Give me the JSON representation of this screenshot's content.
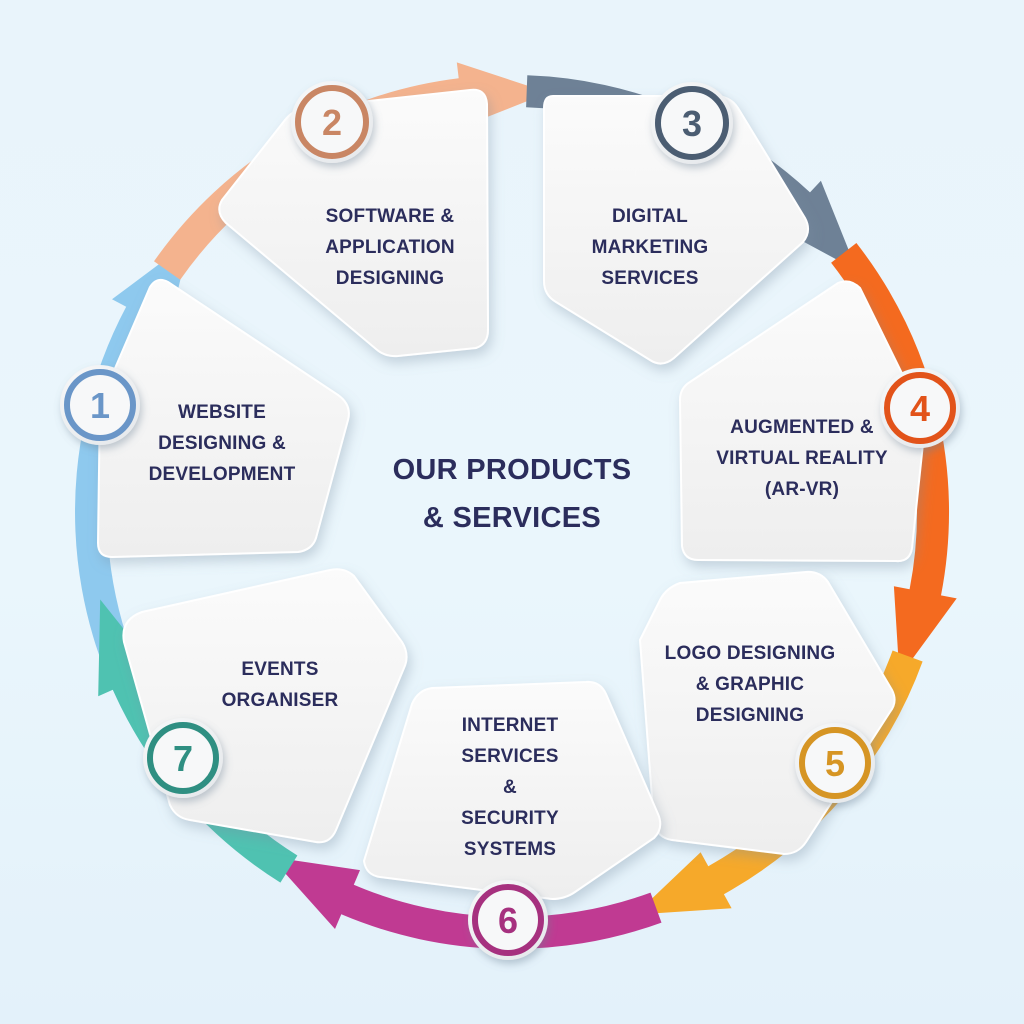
{
  "title": {
    "line1": "OUR PRODUCTS",
    "line2": "& SERVICES"
  },
  "steps": [
    {
      "number": "1",
      "color": "#8ec9ee",
      "ring": "#6a96c8",
      "lines": [
        "WEBSITE",
        "DESIGNING &",
        "DEVELOPMENT"
      ]
    },
    {
      "number": "2",
      "color": "#f4b38e",
      "ring": "#c98664",
      "lines": [
        "SOFTWARE &",
        "APPLICATION",
        "DESIGNING"
      ]
    },
    {
      "number": "3",
      "color": "#6e8196",
      "ring": "#4b5d72",
      "lines": [
        "DIGITAL",
        "MARKETING",
        "SERVICES"
      ]
    },
    {
      "number": "4",
      "color": "#f46a1f",
      "ring": "#e2531a",
      "lines": [
        "AUGMENTED &",
        "VIRTUAL REALITY",
        "(AR-VR)"
      ]
    },
    {
      "number": "5",
      "color": "#f6a92a",
      "ring": "#d69524",
      "lines": [
        "LOGO DESIGNING",
        "& GRAPHIC",
        "DESIGNING"
      ]
    },
    {
      "number": "6",
      "color": "#c03a92",
      "ring": "#a6317f",
      "lines": [
        "INTERNET",
        "SERVICES",
        "&",
        "SECURITY",
        "SYSTEMS"
      ]
    },
    {
      "number": "7",
      "color": "#4fc2b1",
      "ring": "#2f8f82",
      "lines": [
        "EVENTS",
        "ORGANISER"
      ]
    }
  ]
}
